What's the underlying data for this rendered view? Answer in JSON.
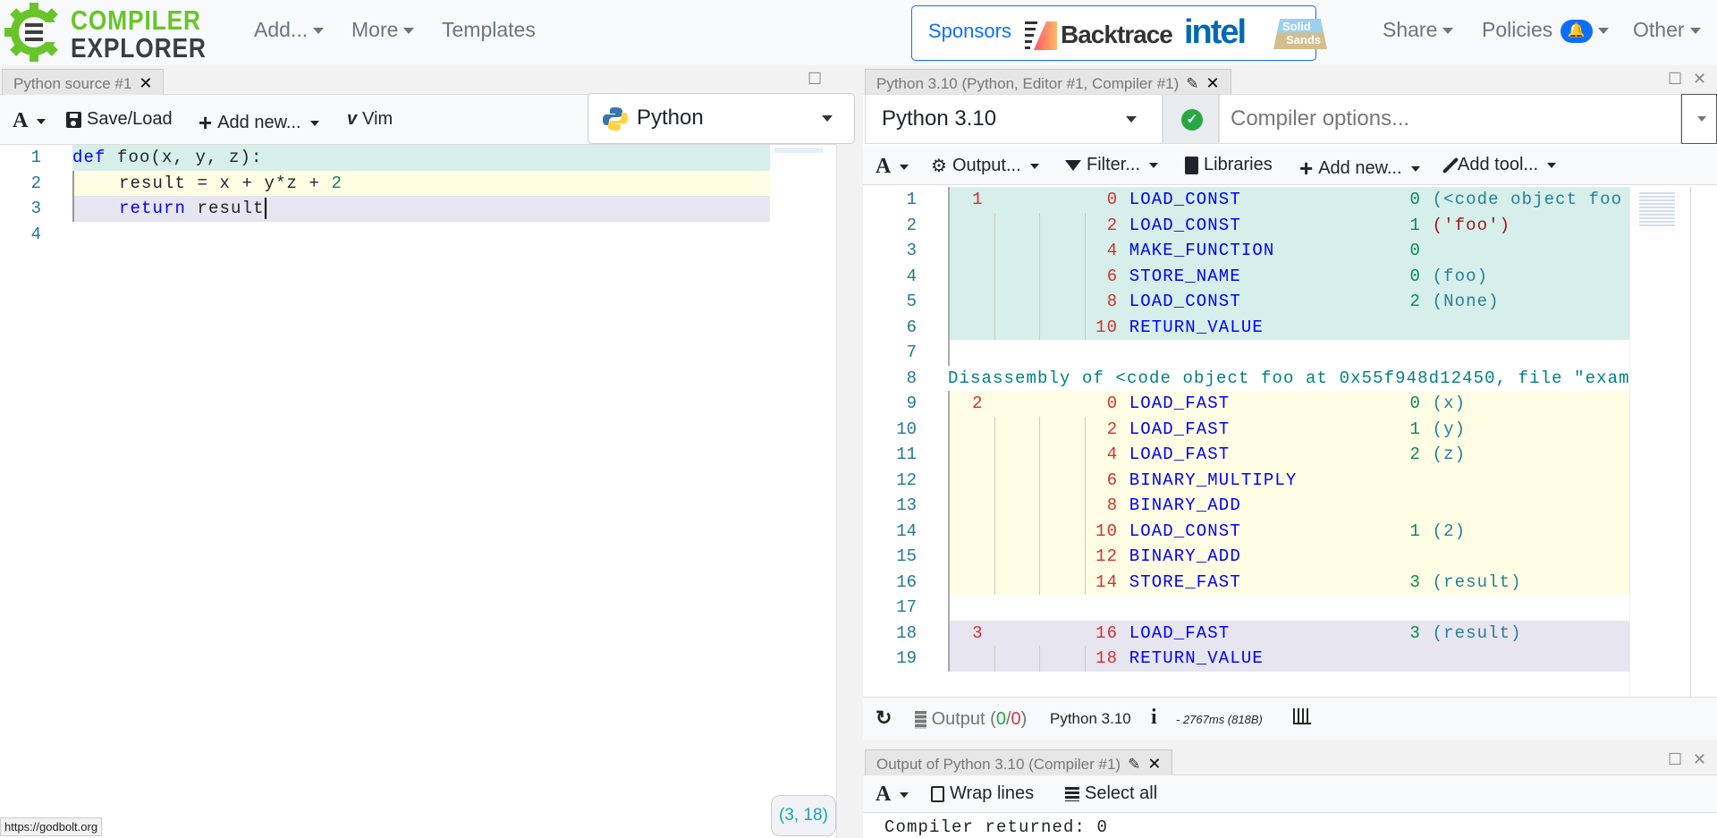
{
  "header": {
    "logo_top": "COMPILER",
    "logo_bottom": "EXPLORER",
    "nav": [
      "Add...",
      "More",
      "Templates"
    ],
    "sponsors": {
      "label": "Sponsors",
      "backtrace": "Backtrace",
      "intel": "intel",
      "solid_sands_top": "Solid",
      "solid_sands_bottom": "Sands"
    },
    "right_nav": [
      "Share",
      "Policies",
      "Other"
    ]
  },
  "editor": {
    "tab_title": "Python source #1",
    "toolbar": {
      "save_load": "Save/Load",
      "add_new": "Add new...",
      "vim": "Vim"
    },
    "language": "Python",
    "lines": [
      {
        "n": "1",
        "tokens": [
          {
            "t": "def",
            "c": "kw"
          },
          {
            "t": " foo(x, y, z):",
            "c": ""
          }
        ],
        "block": "a"
      },
      {
        "n": "2",
        "tokens": [
          {
            "t": "    result = x + y*z + ",
            "c": ""
          },
          {
            "t": "2",
            "c": "num"
          }
        ],
        "block": "b"
      },
      {
        "n": "3",
        "tokens": [
          {
            "t": "    ",
            "c": ""
          },
          {
            "t": "return",
            "c": "kw"
          },
          {
            "t": " result",
            "c": ""
          }
        ],
        "block": "c"
      },
      {
        "n": "4",
        "tokens": [],
        "block": ""
      }
    ],
    "cursor_position": "(3, 18)",
    "status_url": "https://godbolt.org"
  },
  "compiler": {
    "tab_title": "Python 3.10 (Python, Editor #1, Compiler #1)",
    "selected": "Python 3.10",
    "options_placeholder": "Compiler options...",
    "toolbar": {
      "output": "Output...",
      "filter": "Filter...",
      "libraries": "Libraries",
      "add_new": "Add new...",
      "add_tool": "Add tool..."
    },
    "asm": [
      {
        "n": "1",
        "src": "1",
        "off": "0",
        "op": "LOAD_CONST",
        "arg": "0",
        "det": "(<code object foo",
        "block": "a"
      },
      {
        "n": "2",
        "src": "",
        "off": "2",
        "op": "LOAD_CONST",
        "arg": "1",
        "det": "('foo')",
        "block": "a",
        "str": true
      },
      {
        "n": "3",
        "src": "",
        "off": "4",
        "op": "MAKE_FUNCTION",
        "arg": "0",
        "det": "",
        "block": "a"
      },
      {
        "n": "4",
        "src": "",
        "off": "6",
        "op": "STORE_NAME",
        "arg": "0",
        "det": "(foo)",
        "block": "a"
      },
      {
        "n": "5",
        "src": "",
        "off": "8",
        "op": "LOAD_CONST",
        "arg": "2",
        "det": "(None)",
        "block": "a"
      },
      {
        "n": "6",
        "src": "",
        "off": "10",
        "op": "RETURN_VALUE",
        "arg": "",
        "det": "",
        "block": "a"
      },
      {
        "n": "7",
        "blank": true,
        "block": ""
      },
      {
        "n": "8",
        "text": "Disassembly of <code object foo at 0x55f948d12450, file \"exam",
        "block": ""
      },
      {
        "n": "9",
        "src": "2",
        "off": "0",
        "op": "LOAD_FAST",
        "arg": "0",
        "det": "(x)",
        "block": "b"
      },
      {
        "n": "10",
        "src": "",
        "off": "2",
        "op": "LOAD_FAST",
        "arg": "1",
        "det": "(y)",
        "block": "b"
      },
      {
        "n": "11",
        "src": "",
        "off": "4",
        "op": "LOAD_FAST",
        "arg": "2",
        "det": "(z)",
        "block": "b"
      },
      {
        "n": "12",
        "src": "",
        "off": "6",
        "op": "BINARY_MULTIPLY",
        "arg": "",
        "det": "",
        "block": "b"
      },
      {
        "n": "13",
        "src": "",
        "off": "8",
        "op": "BINARY_ADD",
        "arg": "",
        "det": "",
        "block": "b"
      },
      {
        "n": "14",
        "src": "",
        "off": "10",
        "op": "LOAD_CONST",
        "arg": "1",
        "det": "(2)",
        "block": "b"
      },
      {
        "n": "15",
        "src": "",
        "off": "12",
        "op": "BINARY_ADD",
        "arg": "",
        "det": "",
        "block": "b"
      },
      {
        "n": "16",
        "src": "",
        "off": "14",
        "op": "STORE_FAST",
        "arg": "3",
        "det": "(result)",
        "block": "b"
      },
      {
        "n": "17",
        "blank": true,
        "block": ""
      },
      {
        "n": "18",
        "src": "3",
        "off": "16",
        "op": "LOAD_FAST",
        "arg": "3",
        "det": "(result)",
        "block": "c"
      },
      {
        "n": "19",
        "src": "",
        "off": "18",
        "op": "RETURN_VALUE",
        "arg": "",
        "det": "",
        "block": "c"
      }
    ],
    "status": {
      "output_label": "Output (",
      "ok": "0",
      "sep": "/",
      "err": "0",
      "close": ")",
      "compiler": "Python 3.10",
      "timing": "- 2767ms (818B)"
    }
  },
  "output": {
    "tab_title": "Output of Python 3.10 (Compiler #1)",
    "wrap_lines": "Wrap lines",
    "select_all": "Select all",
    "text": "Compiler returned: 0"
  },
  "colors": {
    "brand_green": "#67c52a",
    "accent": "#0d6efd"
  }
}
